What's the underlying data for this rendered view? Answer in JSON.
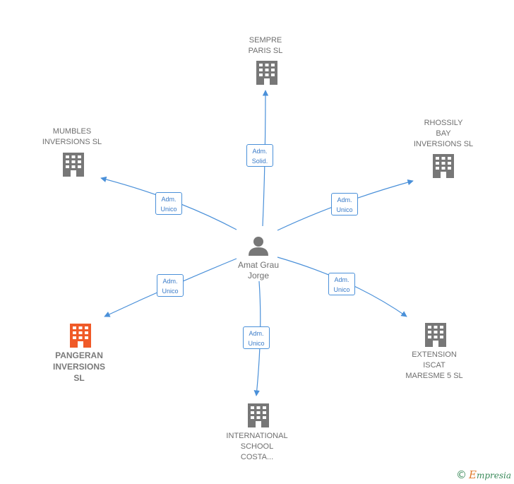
{
  "center": {
    "name": "Amat Grau\nJorge",
    "icon": "person-icon",
    "color": "#777777"
  },
  "companies": [
    {
      "id": "sempre",
      "name": "SEMPRE\nPARIS SL",
      "role": "Adm.\nSolid.",
      "icon": "building-icon",
      "color": "#777777"
    },
    {
      "id": "mumbles",
      "name": "MUMBLES\nINVERSIONS  SL",
      "role": "Adm.\nUnico",
      "icon": "building-icon",
      "color": "#777777"
    },
    {
      "id": "rhossily",
      "name": "RHOSSILY\nBAY\nINVERSIONS  SL",
      "role": "Adm.\nUnico",
      "icon": "building-icon",
      "color": "#777777"
    },
    {
      "id": "pangeran",
      "name": "PANGERAN\nINVERSIONS\nSL",
      "role": "Adm.\nUnico",
      "icon": "building-icon",
      "color": "#f05a28",
      "highlight": true
    },
    {
      "id": "extension",
      "name": "EXTENSION\nISCAT\nMARESME 5  SL",
      "role": "Adm.\nUnico",
      "icon": "building-icon",
      "color": "#777777"
    },
    {
      "id": "international",
      "name": "INTERNATIONAL\nSCHOOL\nCOSTA...",
      "role": "Adm.\nUnico",
      "icon": "building-icon",
      "color": "#777777"
    }
  ],
  "edge_color": "#4a90d9",
  "footer": {
    "copyright": "©",
    "brand_initial": "E",
    "brand_rest": "mpresia"
  }
}
